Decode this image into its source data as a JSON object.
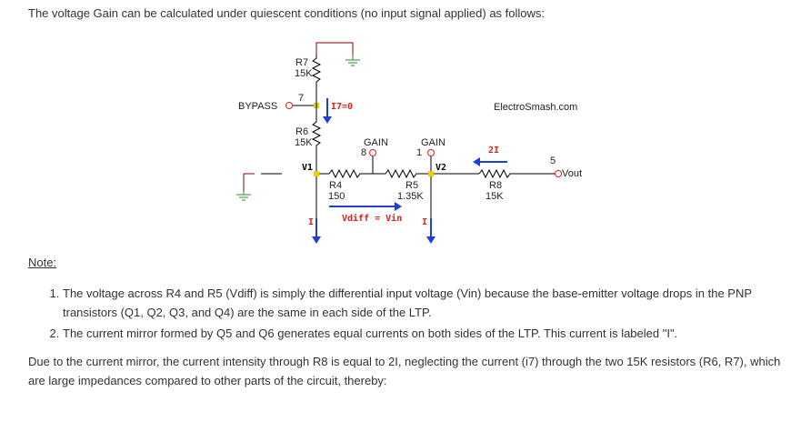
{
  "intro_text": "The voltage Gain can be calculated under quiescent conditions (no input signal applied) as follows:",
  "circuit": {
    "r7_name": "R7",
    "r7_value": "15K",
    "r6_name": "R6",
    "r6_value": "15K",
    "r4_name": "R4",
    "r4_value": "150",
    "r5_name": "R5",
    "r5_value": "1.35K",
    "r8_name": "R8",
    "r8_value": "15K",
    "bypass_label": "BYPASS",
    "pin7": "7",
    "pin8": "8",
    "pin1": "1",
    "pin5": "5",
    "gain_left": "GAIN",
    "gain_right": "GAIN",
    "i7_label": "I7=0",
    "v1_label": "V1",
    "v2_label": "V2",
    "two_i_label": "2I",
    "vdiff_label": "Vdiff = Vin",
    "i_left": "I",
    "i_right": "I",
    "vout_label": "Vout",
    "brand": "ElectroSmash.com",
    "colors": {
      "wire": "#000000",
      "current_arrow": "#1e3fd8",
      "current_text": "#e0201a",
      "node": "#f2d000",
      "terminal": "#d9231a",
      "ground_wire": "#8b0000",
      "ground_symbol": "#2e8b2e"
    }
  },
  "note_heading": "Note:",
  "notes": [
    "The voltage across R4 and R5 (Vdiff) is simply the differential input voltage (Vin) because the base-emitter voltage drops in the PNP transistors (Q1, Q2, Q3, and Q4) are the same in each side of the LTP.",
    "The current mirror formed by Q5 and Q6 generates equal currents on both sides of the LTP. This current is labeled \"I\"."
  ],
  "closing_text": "Due to the current mirror, the current intensity through R8 is equal to 2I, neglecting the current (i7) through the two 15K resistors (R6, R7), which are large impedances compared to other parts of the circuit, thereby:"
}
